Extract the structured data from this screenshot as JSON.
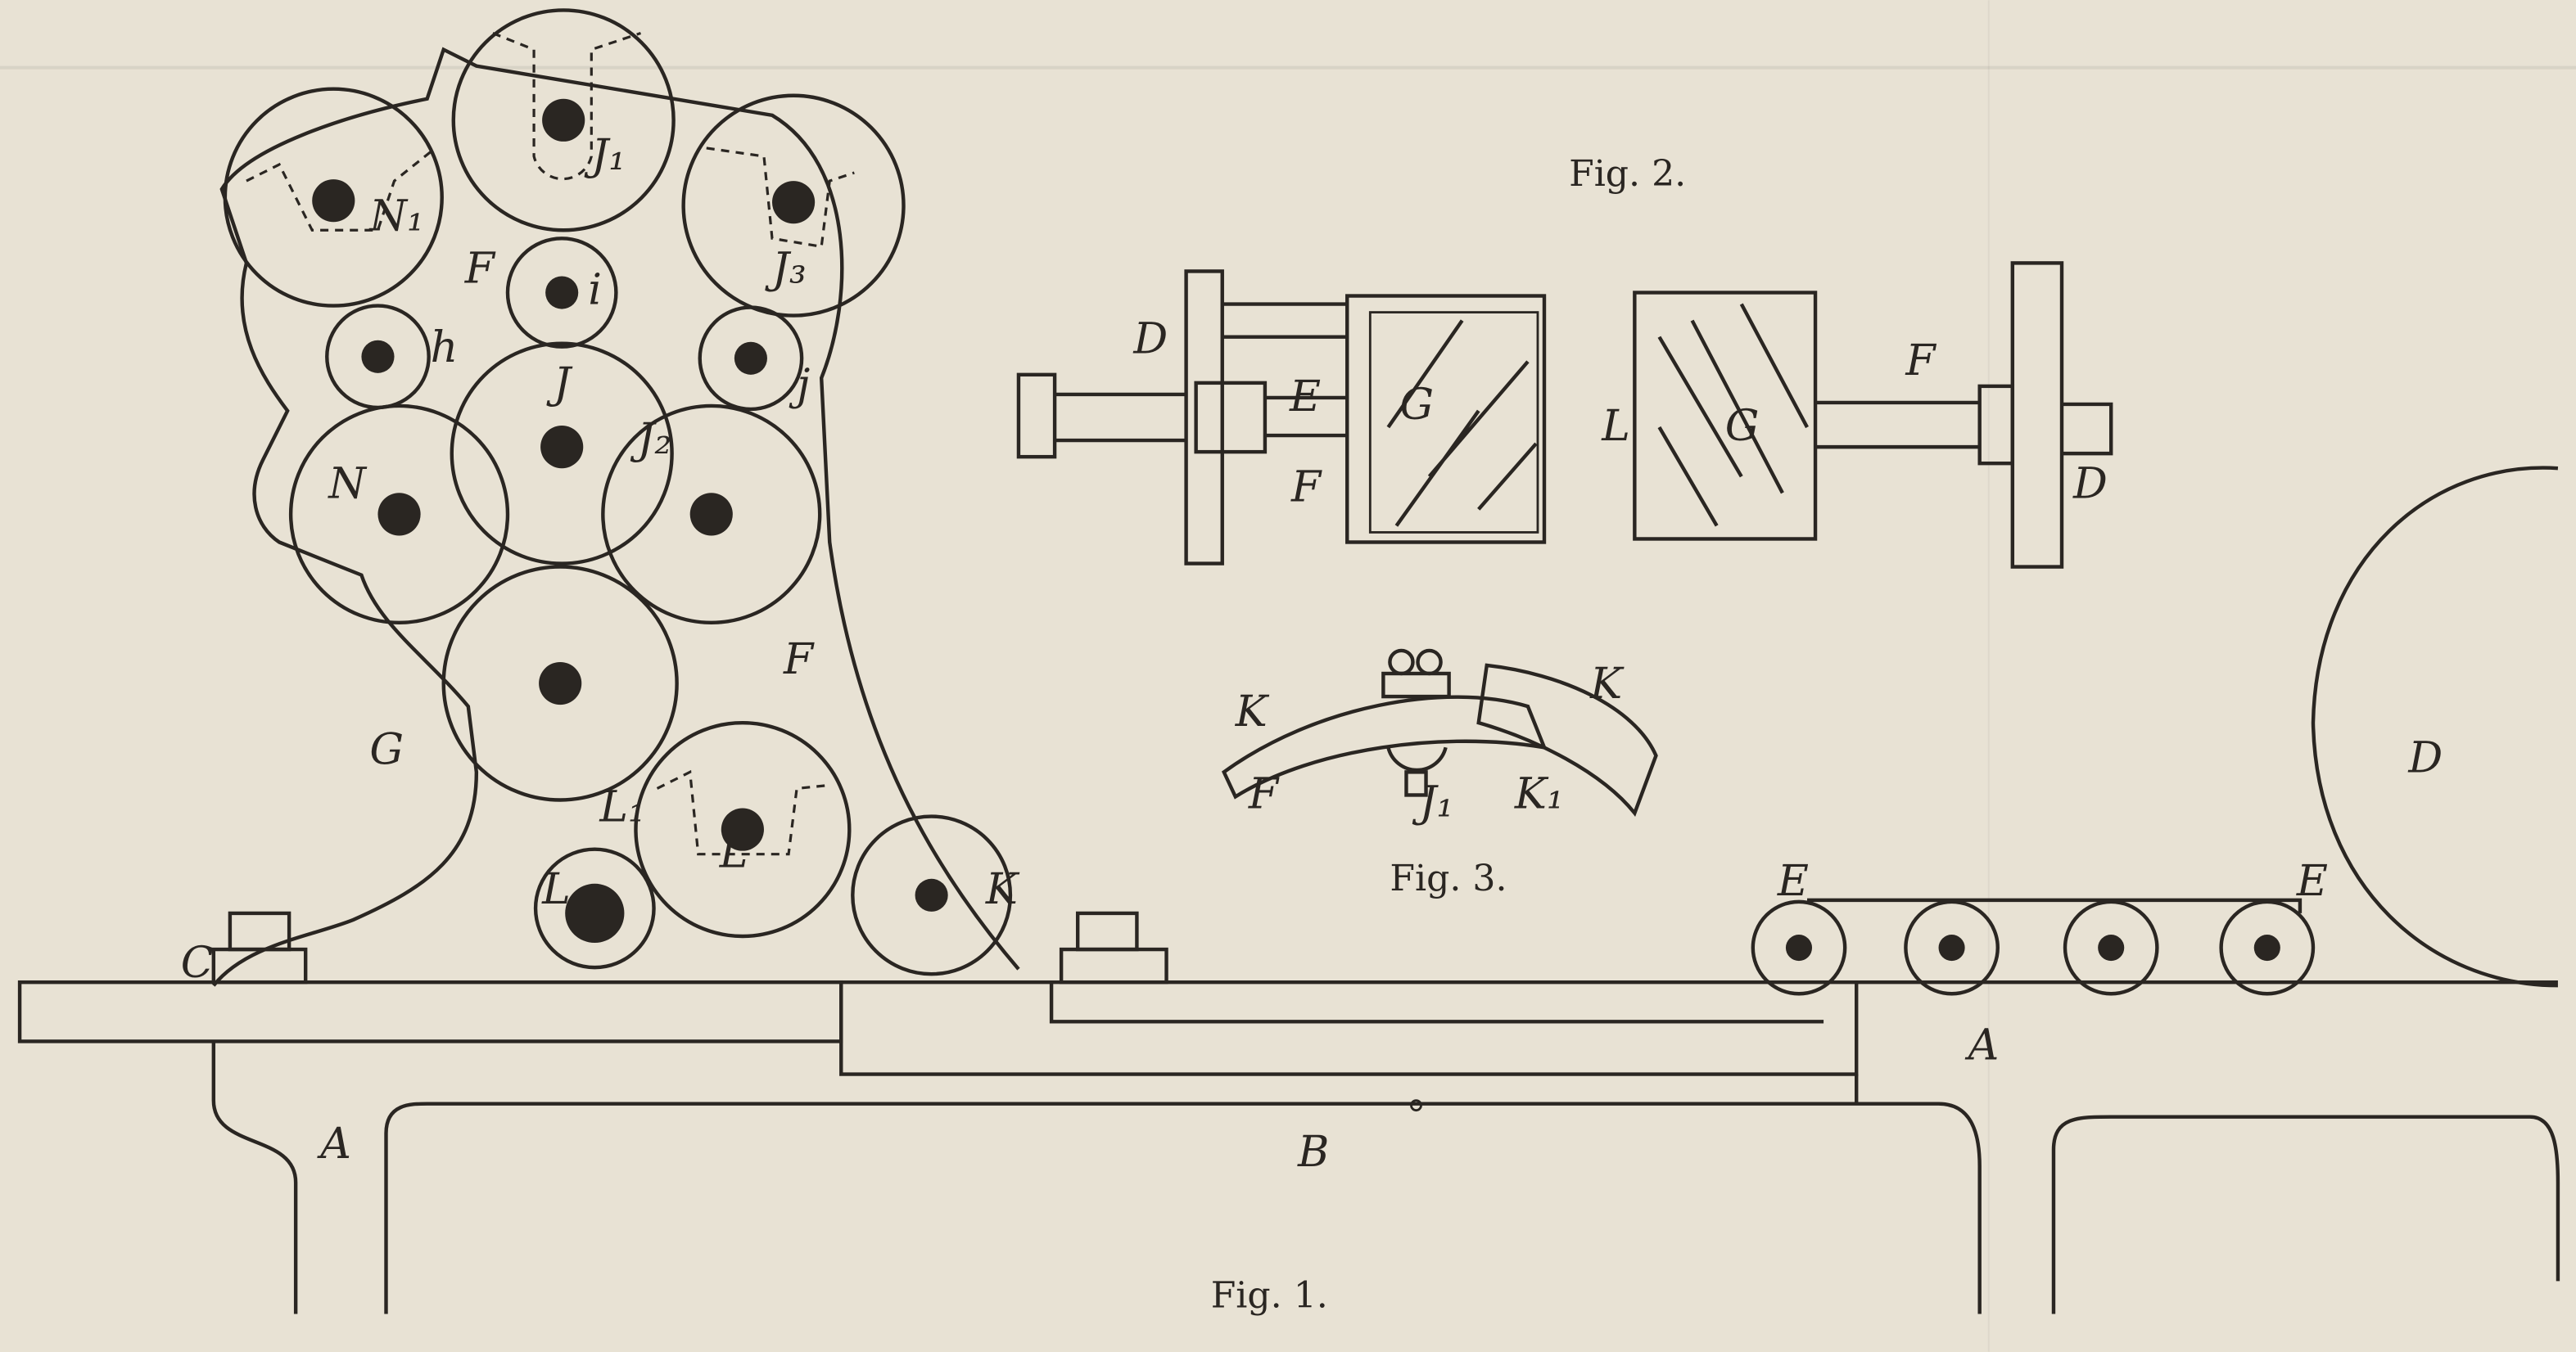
{
  "captions": {
    "fig1": "Fig. 1.",
    "fig2": "Fig. 2.",
    "fig3": "Fig. 3."
  },
  "fig1_labels": {
    "N1": "N₁",
    "J1": "J₁",
    "J3": "J₃",
    "F_top": "F",
    "i": "i",
    "h": "h",
    "j": "j",
    "J": "J",
    "N": "N",
    "J2": "J₂",
    "F_right": "F",
    "G": "G",
    "L1": "L₁",
    "L": "L",
    "L_small": "L",
    "K": "K",
    "C": "C",
    "A_left": "A",
    "B": "B",
    "E_left": "E",
    "E_right": "E",
    "D": "D",
    "A_right": "A"
  },
  "fig2_labels": {
    "D_left": "D",
    "E": "E",
    "G_left": "G",
    "F_left": "F",
    "L": "L",
    "G_right": "G",
    "F_right": "F",
    "D_right": "D"
  },
  "fig3_labels": {
    "K": "K",
    "K_top": "K",
    "F": "F",
    "J1": "J₁",
    "K1": "K₁"
  },
  "colors": {
    "paper": "#e8e2d4",
    "ink": "#2a2622"
  }
}
